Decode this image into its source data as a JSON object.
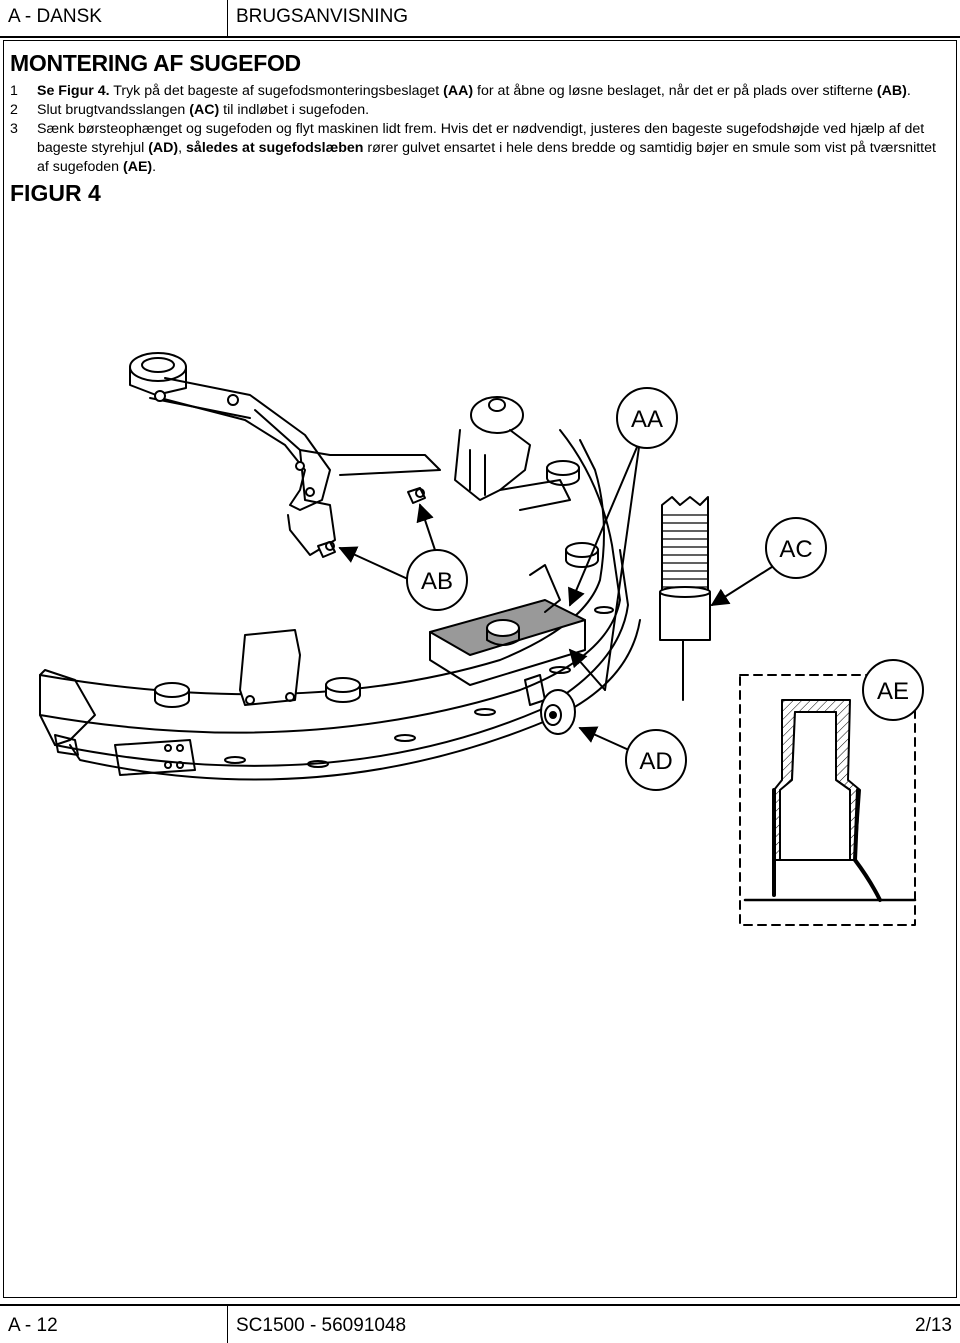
{
  "header": {
    "left": "A - DANSK",
    "right": "BRUGSANVISNING"
  },
  "section_title": "MONTERING AF SUGEFOD",
  "steps": [
    {
      "num": "1",
      "parts": [
        {
          "t": "Se Figur 4.",
          "b": true
        },
        {
          "t": "  Tryk på det bageste af sugefodsmonteringsbeslaget ",
          "b": false
        },
        {
          "t": "(AA)",
          "b": true
        },
        {
          "t": " for at åbne og løsne beslaget, når det er på plads over stifterne ",
          "b": false
        },
        {
          "t": "(AB)",
          "b": true
        },
        {
          "t": ".",
          "b": false
        }
      ]
    },
    {
      "num": "2",
      "parts": [
        {
          "t": "Slut brugtvandsslangen ",
          "b": false
        },
        {
          "t": "(AC)",
          "b": true
        },
        {
          "t": " til indløbet i sugefoden.",
          "b": false
        }
      ]
    },
    {
      "num": "3",
      "parts": [
        {
          "t": "Sænk børsteophænget og sugefoden og flyt maskinen lidt frem.  Hvis det er nødvendigt, justeres den bageste sugefodshøjde ved hjælp af det bageste styrehjul ",
          "b": false
        },
        {
          "t": "(AD)",
          "b": true
        },
        {
          "t": ", ",
          "b": false
        },
        {
          "t": "således at sugefodslæben",
          "b": true
        },
        {
          "t": " rører gulvet ensartet i hele dens bredde og samtidig bøjer en smule som vist på tværsnittet af sugefoden ",
          "b": false
        },
        {
          "t": "(AE)",
          "b": true
        },
        {
          "t": ".",
          "b": false
        }
      ]
    }
  ],
  "figure_title": "FIGUR 4",
  "callouts": {
    "aa": "AA",
    "ab": "AB",
    "ac": "AC",
    "ad": "AD",
    "ae": "AE"
  },
  "footer": {
    "left": "A - 12",
    "middle": "SC1500 - 56091048",
    "right": "2/13"
  }
}
